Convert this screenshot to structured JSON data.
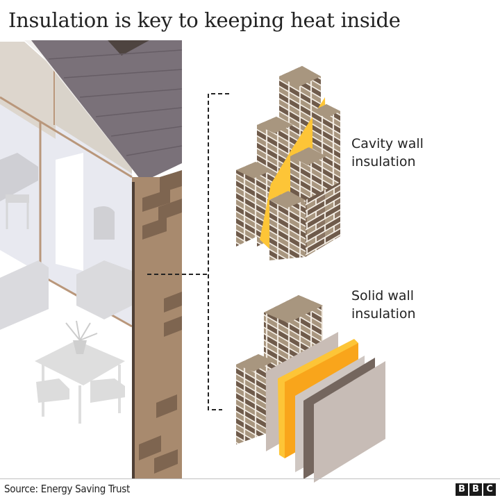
{
  "title": "Insulation is key to keeping heat inside",
  "labels": {
    "cavity": [
      "Cavity wall",
      "insulation"
    ],
    "solid": [
      "Solid wall",
      "insulation"
    ]
  },
  "footer": {
    "source": "Source: Energy Saving Trust",
    "logo": [
      "B",
      "B",
      "C"
    ]
  },
  "colors": {
    "roof": "#7a7179",
    "roof_dark": "#4e4440",
    "brick_wall": "#a88a6e",
    "brick_dark": "#7e6550",
    "brick_light": "#a8967f",
    "insulation_yellow": "#fdc537",
    "insulation_orange": "#f9a51b",
    "board_grey": "#c7bcb6",
    "board_dark": "#74665e",
    "interior_glass": "#e6e7ef",
    "furniture": "#d8d8d8"
  }
}
